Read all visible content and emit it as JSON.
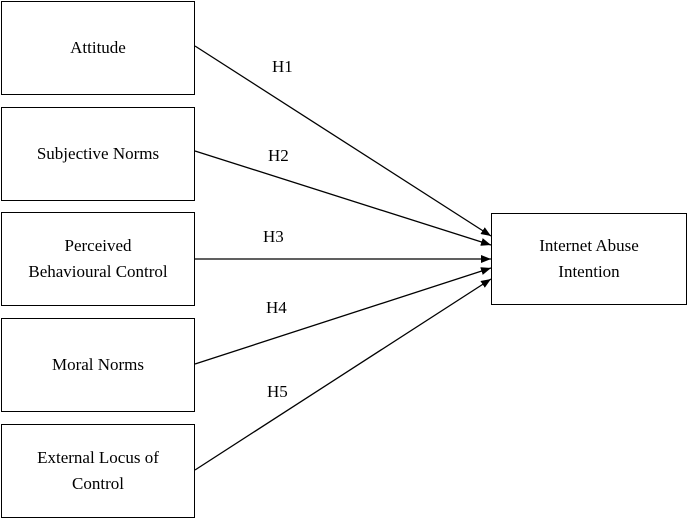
{
  "diagram": {
    "constructs": [
      {
        "id": "attitude",
        "lines": [
          "Attitude"
        ]
      },
      {
        "id": "subjective-norms",
        "lines": [
          "Subjective Norms"
        ]
      },
      {
        "id": "perceived-behavioural-control",
        "lines": [
          "Perceived",
          "Behavioural Control"
        ]
      },
      {
        "id": "moral-norms",
        "lines": [
          "Moral Norms"
        ]
      },
      {
        "id": "external-locus-of-control",
        "lines": [
          "External Locus of",
          "Control"
        ]
      }
    ],
    "outcome": {
      "lines": [
        "Internet Abuse",
        "Intention"
      ]
    },
    "hypotheses": [
      {
        "label": "H1",
        "from": "attitude",
        "to": "outcome"
      },
      {
        "label": "H2",
        "from": "subjective-norms",
        "to": "outcome"
      },
      {
        "label": "H3",
        "from": "perceived-behavioural-control",
        "to": "outcome"
      },
      {
        "label": "H4",
        "from": "moral-norms",
        "to": "outcome"
      },
      {
        "label": "H5",
        "from": "external-locus-of-control",
        "to": "outcome"
      }
    ]
  }
}
